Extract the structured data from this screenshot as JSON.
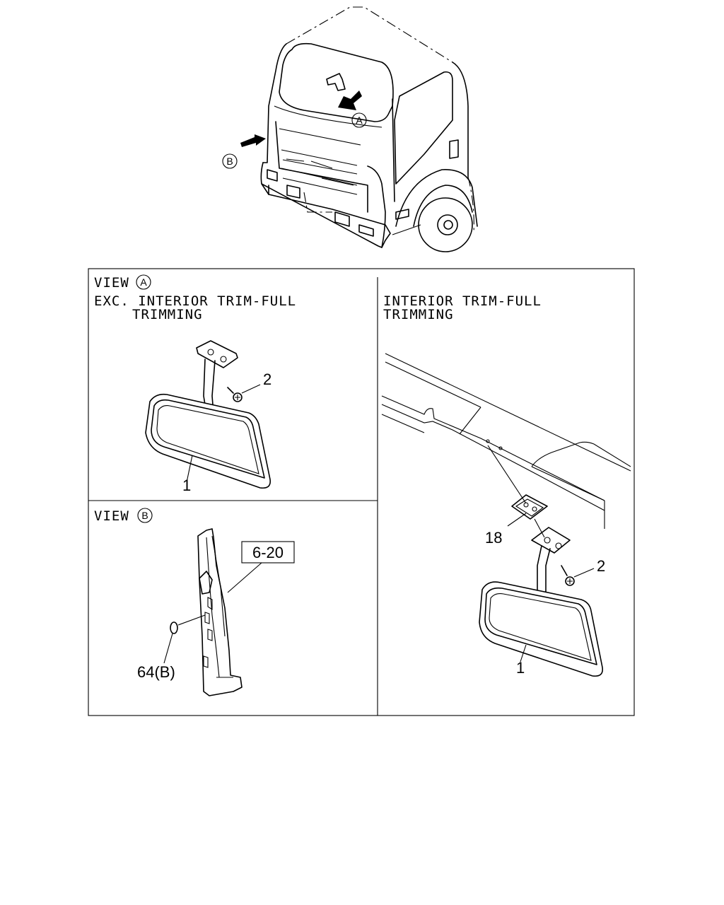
{
  "overview": {
    "marker_a": "A",
    "marker_b": "B"
  },
  "view_a": {
    "heading_prefix": "VIEW",
    "heading_letter": "A",
    "caption_line1": "EXC. INTERIOR TRIM-FULL",
    "caption_line2": "TRIMMING",
    "callouts": {
      "mirror": "1",
      "screw": "2"
    }
  },
  "view_b": {
    "heading_prefix": "VIEW",
    "heading_letter": "B",
    "ref_box": "6-20",
    "callouts": {
      "plug": "64(B)"
    }
  },
  "view_trim": {
    "caption_line1": "INTERIOR TRIM-FULL",
    "caption_line2": "TRIMMING",
    "callouts": {
      "bracket": "18",
      "screw": "2",
      "mirror": "1"
    }
  },
  "icons": [
    "view-arrow-icon",
    "circled-letter-icon",
    "screw-icon"
  ]
}
